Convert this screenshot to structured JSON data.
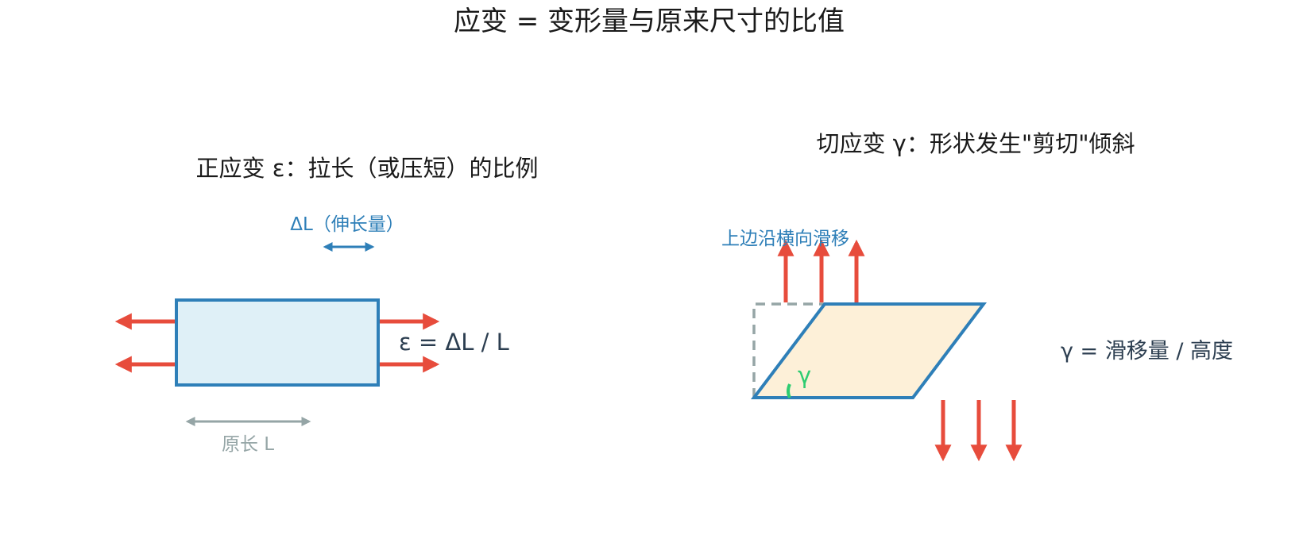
{
  "title": "应变 = 变形量与原来尺寸的比值",
  "normal_strain": {
    "title": "正应变 ε：拉长（或压短）的比例",
    "delta_label": "ΔL（伸长量）",
    "formula": "ε = ΔL / L",
    "original_length_label": "原长 L"
  },
  "shear_strain": {
    "title": "切应变 γ：形状发生\"剪切\"倾斜",
    "slip_label": "上边沿横向滑移",
    "angle_symbol": "γ",
    "formula": "γ = 滑移量 / 高度"
  },
  "colors": {
    "text_dark": "#1a1a1a",
    "formula_text": "#2c3e50",
    "blue": "#2e7fb8",
    "blue_fill": "#dff0f7",
    "red": "#e74c3c",
    "gray": "#95a5a6",
    "green": "#2ecc71",
    "shear_fill": "#fdf0d8"
  }
}
